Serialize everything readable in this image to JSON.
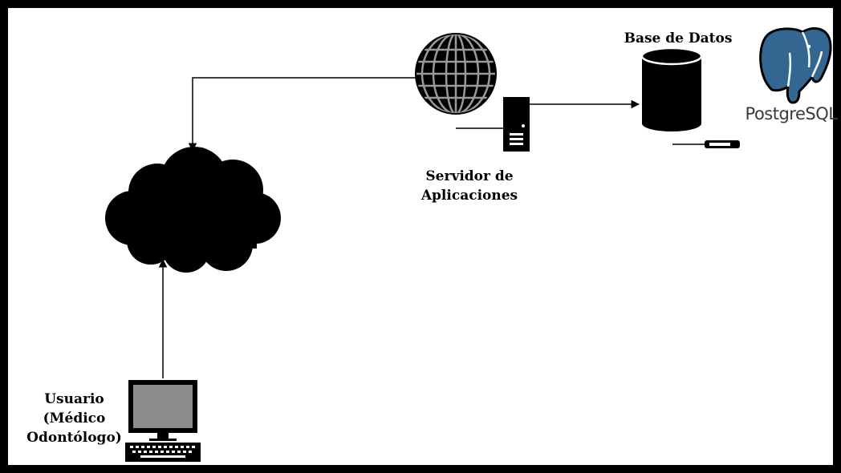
{
  "labels": {
    "database": "Base de Datos",
    "server_line1": "Servidor de",
    "server_line2": "Aplicaciones",
    "user_line1": "Usuario",
    "user_line2": "(Médico",
    "user_line3": "Odontólogo)"
  },
  "logo": {
    "text": "PostgreSQL",
    "color": "#336791"
  },
  "icons": {
    "globe": "globe-icon",
    "server": "server-tower-icon",
    "database": "database-cylinder-icon",
    "cloud": "cloud-icon",
    "computer": "desktop-computer-icon",
    "logo": "postgresql-elephant-icon"
  },
  "colors": {
    "ink": "#000000",
    "screen": "#8c8c8c",
    "background": "#ffffff"
  }
}
